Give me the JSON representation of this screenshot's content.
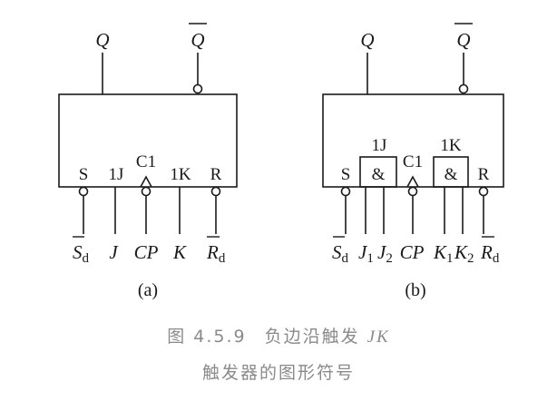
{
  "diagram_a": {
    "outputs": {
      "q": "Q",
      "q_bar": "Q"
    },
    "pins": {
      "s": "S",
      "j": "1J",
      "c": "C1",
      "k": "1K",
      "r": "R"
    },
    "inputs": {
      "sd_main": "S",
      "sd_sub": "d",
      "j": "J",
      "cp": "CP",
      "k": "K",
      "rd_main": "R",
      "rd_sub": "d"
    },
    "label": "(a)"
  },
  "diagram_b": {
    "outputs": {
      "q": "Q",
      "q_bar": "Q"
    },
    "pins": {
      "s": "S",
      "j_group": "1J",
      "c": "C1",
      "k_group": "1K",
      "r": "R",
      "and_j": "&",
      "and_k": "&"
    },
    "inputs": {
      "sd_main": "S",
      "sd_sub": "d",
      "j1_main": "J",
      "j1_sub": "1",
      "j2_main": "J",
      "j2_sub": "2",
      "cp": "CP",
      "k1_main": "K",
      "k1_sub": "1",
      "k2_main": "K",
      "k2_sub": "2",
      "rd_main": "R",
      "rd_sub": "d"
    },
    "label": "(b)"
  },
  "caption": {
    "figure_number": "图 4.5.9",
    "text": "负边沿触发",
    "text_italic": "JK",
    "line2": "触发器的图形符号"
  }
}
